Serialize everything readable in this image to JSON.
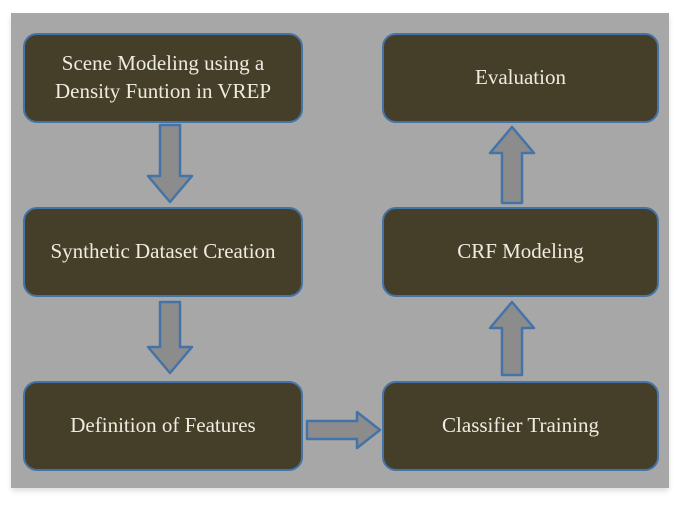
{
  "diagram": {
    "title": "Pipeline flowchart",
    "nodes": [
      {
        "id": "scene-modeling",
        "label": "Scene Modeling using a Density Funtion in VREP"
      },
      {
        "id": "synthetic-dataset",
        "label": "Synthetic Dataset Creation"
      },
      {
        "id": "definition-features",
        "label": "Definition of Features"
      },
      {
        "id": "classifier-training",
        "label": "Classifier Training"
      },
      {
        "id": "crf-modeling",
        "label": "CRF Modeling"
      },
      {
        "id": "evaluation",
        "label": "Evaluation"
      }
    ],
    "edges": [
      {
        "from": "scene-modeling",
        "to": "synthetic-dataset",
        "direction": "down"
      },
      {
        "from": "synthetic-dataset",
        "to": "definition-features",
        "direction": "down"
      },
      {
        "from": "definition-features",
        "to": "classifier-training",
        "direction": "right"
      },
      {
        "from": "classifier-training",
        "to": "crf-modeling",
        "direction": "up"
      },
      {
        "from": "crf-modeling",
        "to": "evaluation",
        "direction": "up"
      }
    ],
    "colors": {
      "page_background": "#ffffff",
      "canvas_background": "#a7a7a7",
      "node_fill": "#453f29",
      "node_border": "#4473a8",
      "node_text": "#eeebe0",
      "arrow_fill": "#8c8c8c",
      "arrow_border": "#4473a8"
    }
  }
}
